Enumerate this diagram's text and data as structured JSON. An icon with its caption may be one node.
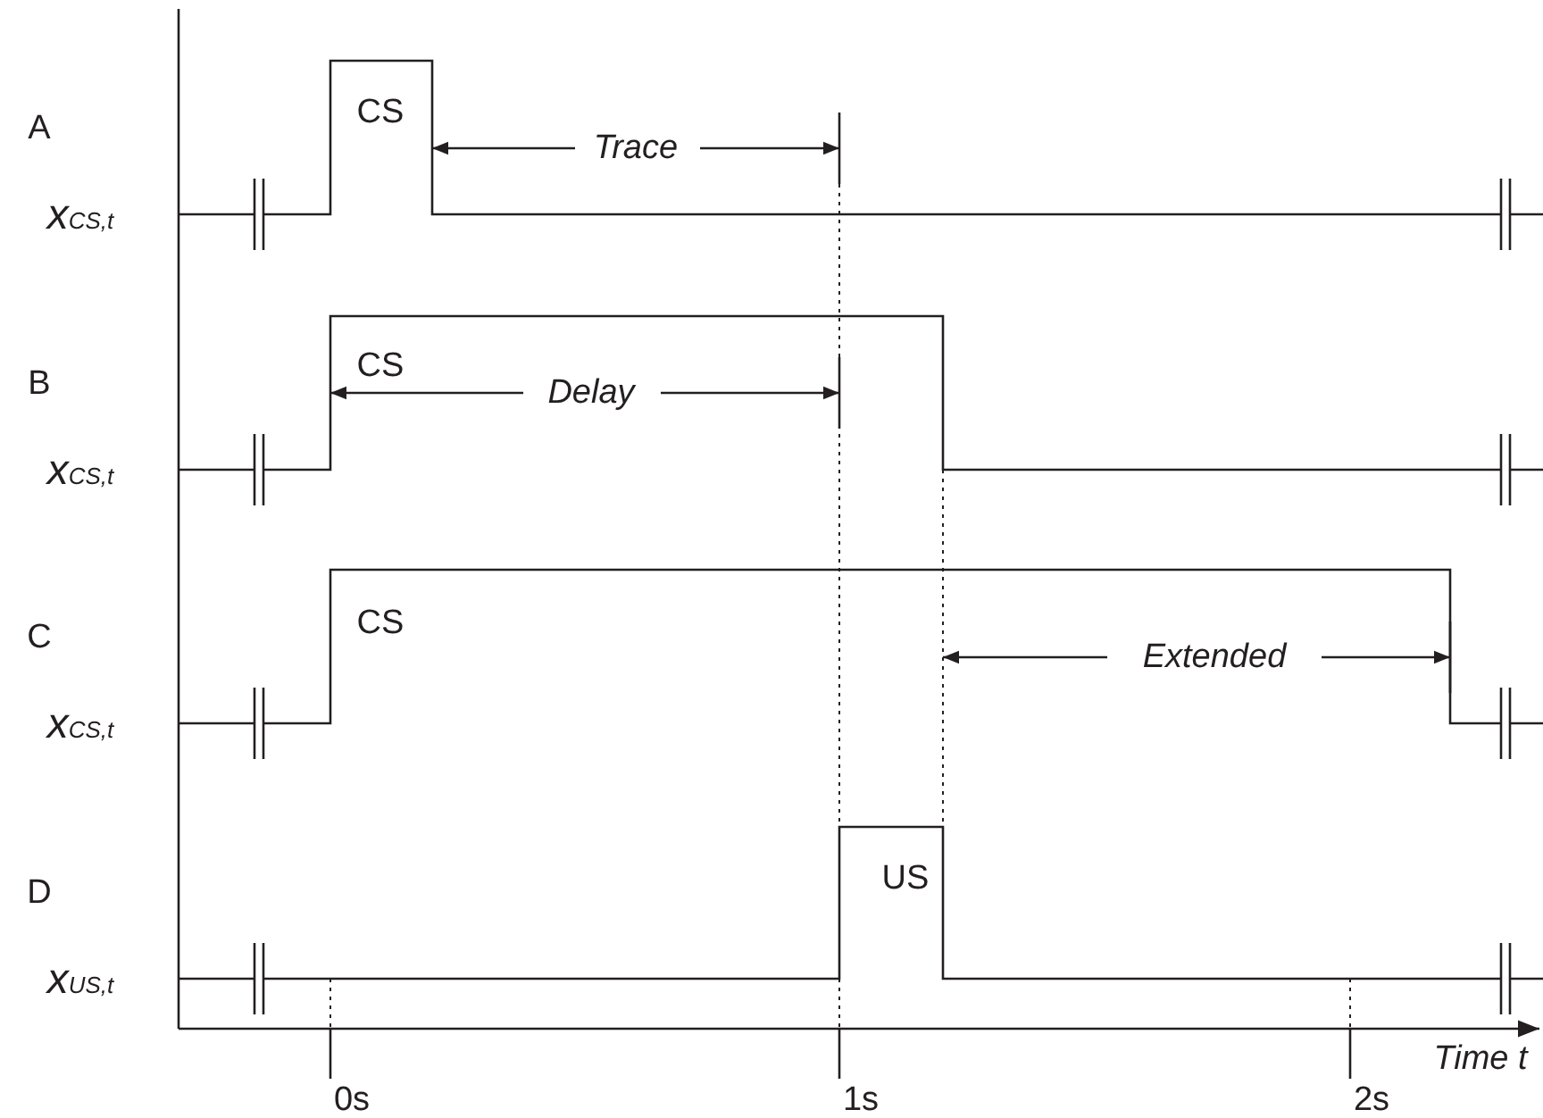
{
  "diagram": {
    "labels": [
      "A",
      "CS",
      "Trace",
      "x$_{CS,t}$",
      "B",
      "CS",
      "Delay",
      "x$_{CS,t}$",
      "C",
      "CS",
      "Extended",
      "x$_{CS,t}$",
      "D",
      "US",
      "x$_{US,t}$",
      "0s",
      "1s",
      "2s",
      "Time t"
    ]
  }
}
